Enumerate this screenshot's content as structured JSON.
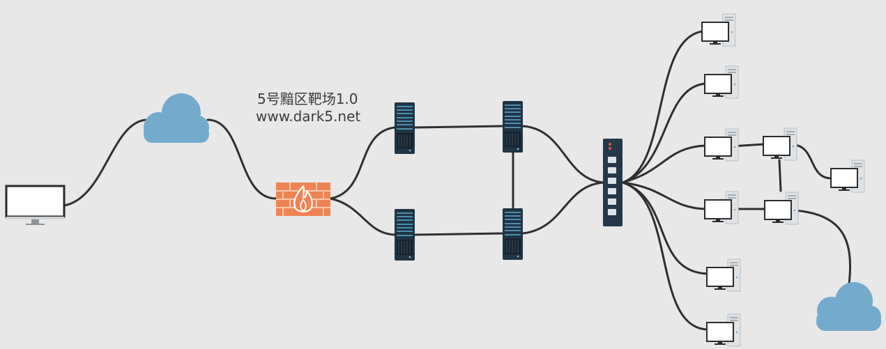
{
  "title": {
    "line1": "5号黯区靶场1.0",
    "line2": "www.dark5.net"
  },
  "colors": {
    "background": "#e8e8e8",
    "link": "#2f2f2f",
    "cloud": "#74abcd",
    "firewall": "#ef8354",
    "server_body": "#1f3444",
    "server_accent": "#4b8fb3",
    "switch_body": "#24384a",
    "switch_led": "#e0583a",
    "monitor_frame": "#2b2b2b",
    "tower": "#dfe3e6"
  },
  "nodes": [
    {
      "id": "workstation",
      "icon": "monitor-icon"
    },
    {
      "id": "internet-cloud",
      "icon": "cloud-icon"
    },
    {
      "id": "firewall",
      "icon": "firewall-icon"
    },
    {
      "id": "server-1",
      "icon": "server-rack-icon"
    },
    {
      "id": "server-2",
      "icon": "server-rack-icon"
    },
    {
      "id": "server-3",
      "icon": "server-rack-icon"
    },
    {
      "id": "server-4",
      "icon": "server-rack-icon"
    },
    {
      "id": "switch",
      "icon": "network-switch-icon"
    },
    {
      "id": "pc-1",
      "icon": "desktop-pc-icon"
    },
    {
      "id": "pc-2",
      "icon": "desktop-pc-icon"
    },
    {
      "id": "pc-3",
      "icon": "desktop-pc-icon"
    },
    {
      "id": "pc-4",
      "icon": "desktop-pc-icon"
    },
    {
      "id": "pc-5",
      "icon": "desktop-pc-icon"
    },
    {
      "id": "pc-6",
      "icon": "desktop-pc-icon"
    },
    {
      "id": "pc-7",
      "icon": "desktop-pc-icon"
    },
    {
      "id": "pc-8",
      "icon": "desktop-pc-icon"
    },
    {
      "id": "pc-9",
      "icon": "desktop-pc-icon"
    },
    {
      "id": "remote-cloud",
      "icon": "cloud-icon"
    }
  ],
  "edges": [
    [
      "workstation",
      "internet-cloud"
    ],
    [
      "internet-cloud",
      "firewall"
    ],
    [
      "firewall",
      "server-1"
    ],
    [
      "firewall",
      "server-2"
    ],
    [
      "server-1",
      "server-3"
    ],
    [
      "server-2",
      "server-4"
    ],
    [
      "server-3",
      "server-4"
    ],
    [
      "server-3",
      "switch"
    ],
    [
      "server-4",
      "switch"
    ],
    [
      "switch",
      "pc-1"
    ],
    [
      "switch",
      "pc-2"
    ],
    [
      "switch",
      "pc-3"
    ],
    [
      "switch",
      "pc-4"
    ],
    [
      "switch",
      "pc-5"
    ],
    [
      "switch",
      "pc-6"
    ],
    [
      "pc-3",
      "pc-7"
    ],
    [
      "pc-7",
      "pc-8"
    ],
    [
      "pc-4",
      "pc-9"
    ],
    [
      "pc-7",
      "pc-9"
    ],
    [
      "pc-9",
      "remote-cloud"
    ]
  ]
}
